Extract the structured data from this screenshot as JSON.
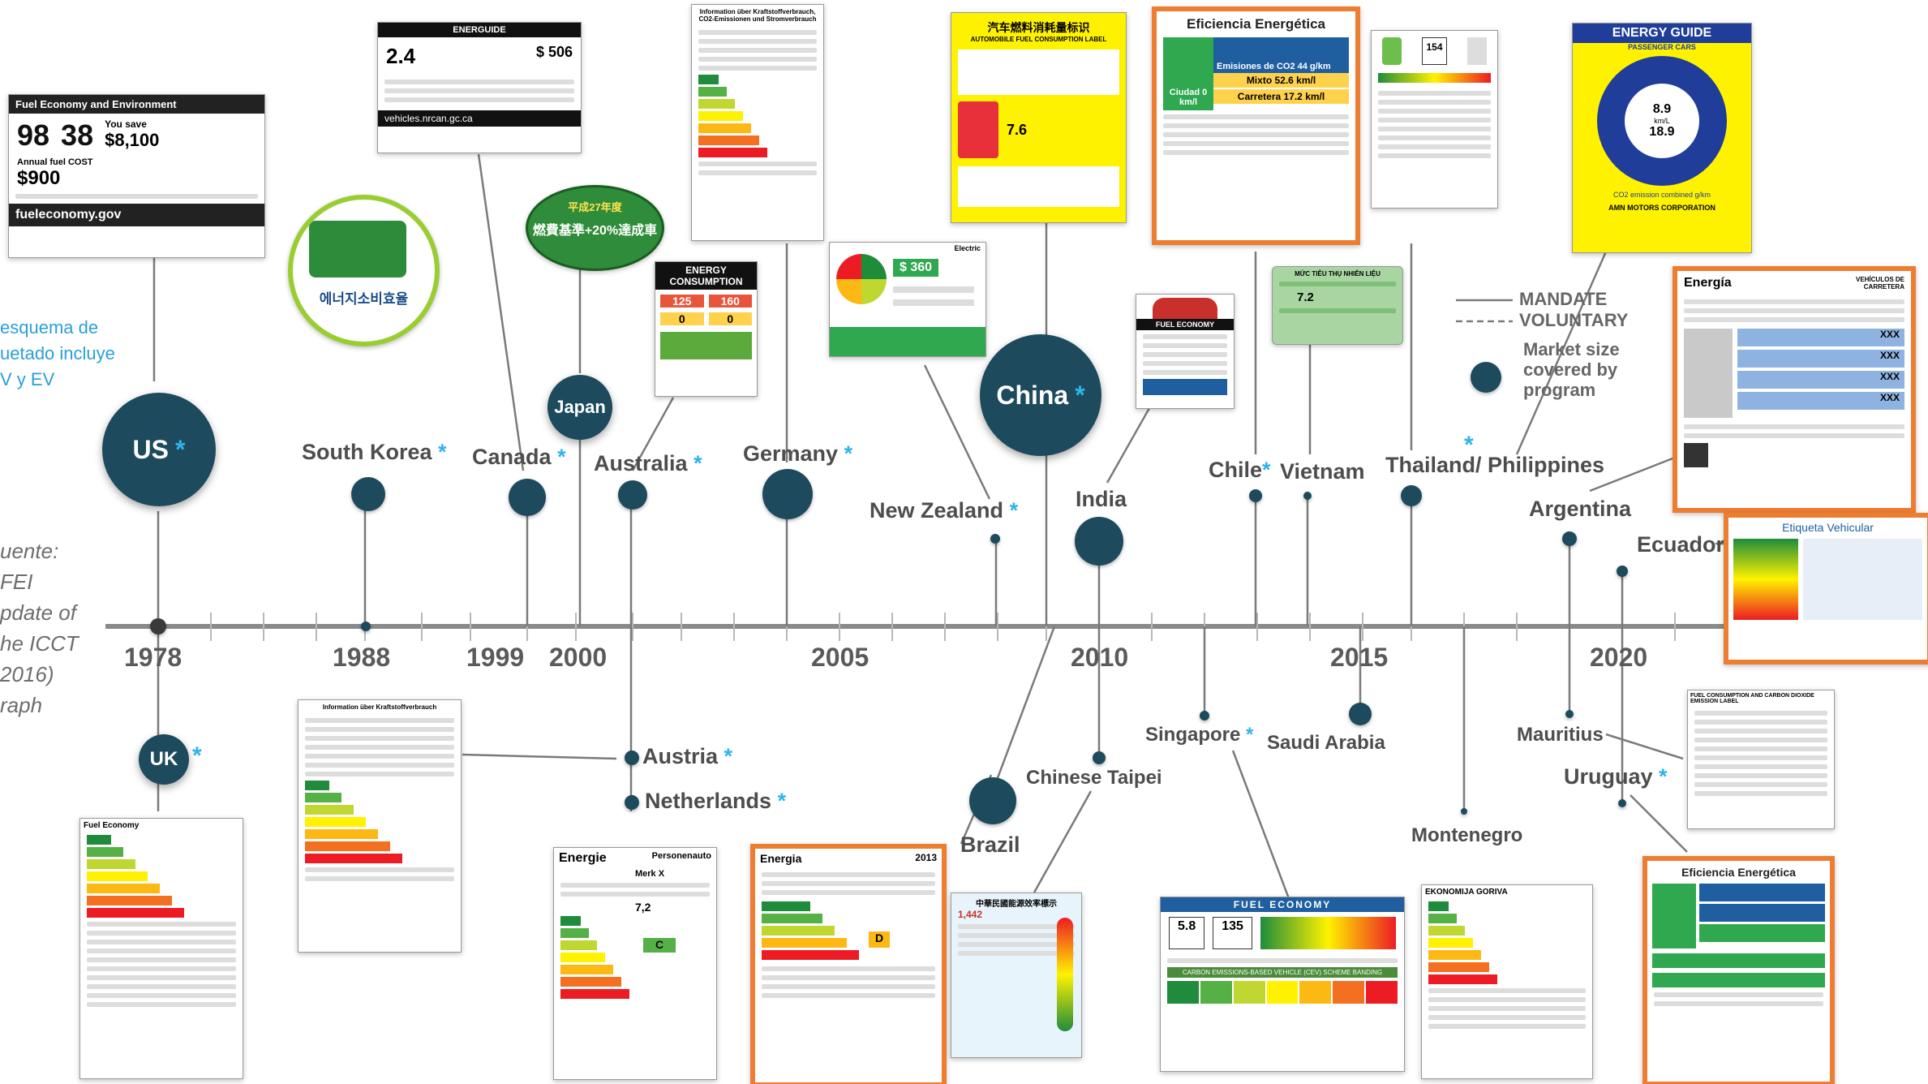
{
  "timeline": {
    "years": [
      "1978",
      "1988",
      "1999",
      "2000",
      "2005",
      "2010",
      "2015",
      "2020"
    ]
  },
  "countries": {
    "us": "US",
    "uk": "UK",
    "south_korea": "South Korea",
    "japan": "Japan",
    "canada": "Canada",
    "australia": "Australia",
    "austria": "Austria",
    "netherlands": "Netherlands",
    "germany": "Germany",
    "new_zealand": "New Zealand",
    "china": "China",
    "brazil": "Brazil",
    "india": "India",
    "chinese_taipei": "Chinese Taipei",
    "singapore": "Singapore",
    "chile": "Chile",
    "vietnam": "Vietnam",
    "saudi_arabia": "Saudi Arabia",
    "thailand_philippines": "Thailand/ Philippines",
    "montenegro": "Montenegro",
    "argentina": "Argentina",
    "ecuador": "Ecuador",
    "mauritius": "Mauritius",
    "uruguay": "Uruguay"
  },
  "star": "*",
  "legend": {
    "mandate": "MANDATE",
    "voluntary": "VOLUNTARY",
    "market_size": "Market size covered by program"
  },
  "left_notes": {
    "esquema_lines": [
      "esquema de",
      "uetado incluye",
      "V y EV"
    ],
    "fuente_lines": [
      "uente:",
      "FEI",
      "pdate of",
      "he ICCT",
      "2016)",
      "raph"
    ]
  },
  "labels": {
    "us": "Fuel Economy and Environment",
    "us_mpg1": "98",
    "us_mpg2": "38",
    "us_save": "You save",
    "us_amount": "$8,100",
    "us_cost": "Annual fuel COST",
    "us_cost_val": "$900",
    "us_site": "fueleconomy.gov",
    "canada_brand": "ENERGUIDE",
    "canada_val": "2.4",
    "canada_cost": "$ 506",
    "canada_site": "vehicles.nrcan.gc.ca",
    "korea_text": "에너지소비효율",
    "japan_text": "燃費基準+20%達成車",
    "japan_top": "平成27年度",
    "australia_title": "ENERGY CONSUMPTION",
    "australia_v1": "125",
    "australia_v2": "160",
    "australia_v3": "0",
    "australia_v4": "0",
    "germany_title": "Information über Kraftstoffverbrauch, CO2-Emissionen und Stromverbrauch",
    "nz_price": "$ 360",
    "nz_electric": "Electric",
    "china_title": "汽车燃料消耗量标识",
    "china_sub": "AUTOMOBILE FUEL CONSUMPTION LABEL",
    "china_val": "7.6",
    "india_title": "FUEL ECONOMY",
    "chile_title": "Eficiencia Energética",
    "chile_city": "Ciudad 0 km/l",
    "chile_co2": "Emisiones de CO2 44 g/km",
    "chile_mix": "Mixto 52.6 km/l",
    "chile_road": "Carretera 17.2 km/l",
    "vietnam_title": "MỨC TIÊU THỤ NHIÊN LIỆU",
    "vietnam_val": "7.2",
    "thailand_val": "154",
    "philippines_title": "ENERGY GUIDE",
    "philippines_sub": "PASSENGER CARS",
    "philippines_v1": "8.9",
    "philippines_v2": "18.9",
    "philippines_unit": "km/L",
    "philippines_co2": "CO2 emission combined g/km",
    "philippines_corp": "AMN MOTORS CORPORATION",
    "argentina_title": "Energía",
    "argentina_sub": "VEHÍCULOS DE CARRETERA",
    "argentina_xxx": "XXX",
    "ecuador_title": "Etiqueta Vehicular",
    "uk_title": "Fuel Economy",
    "austria_title": "Information über Kraftstoffverbrauch",
    "netherlands_title": "Energie",
    "netherlands_sub": "Personenauto",
    "netherlands_brand": "Merk X",
    "netherlands_val": "7,2",
    "netherlands_class": "C",
    "brazil_title": "Energia",
    "brazil_year": "2013",
    "brazil_class": "D",
    "taipei_title": "中華民國能源效率標示",
    "taipei_val": "1,442",
    "singapore_title": "FUEL ECONOMY",
    "singapore_v1": "5.8",
    "singapore_v2": "135",
    "singapore_band": "CARBON EMISSIONS-BASED VEHICLE (CEV) SCHEME BANDING",
    "montenegro_title": "EKONOMIJA GORIVA",
    "mauritius_title": "FUEL CONSUMPTION AND CARBON DIOXIDE EMISSION LABEL",
    "uruguay_title": "Eficiencia Energética"
  },
  "colors": {
    "bubble": "#1d4a5c",
    "star": "#2bb5e8",
    "highlight": "#ed7d31",
    "axis": "#8a8a8a"
  }
}
